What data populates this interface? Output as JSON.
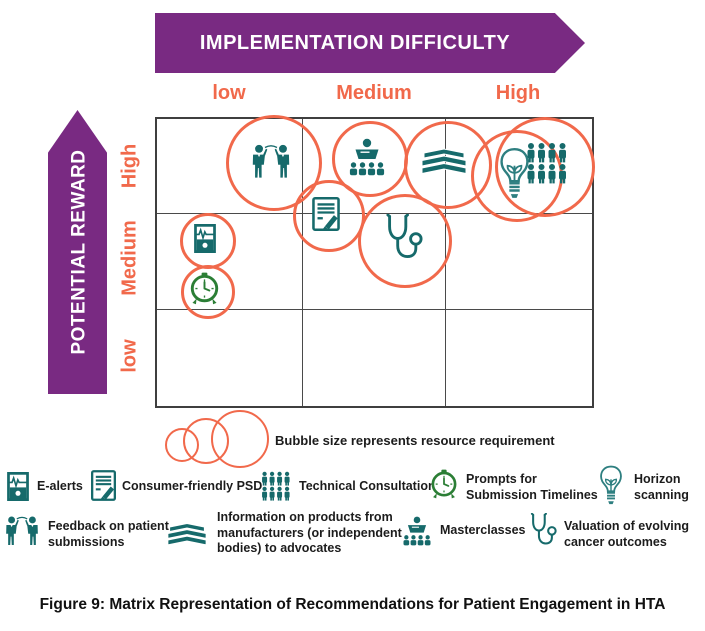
{
  "banner": {
    "title": "IMPLEMENTATION DIFFICULTY"
  },
  "side": {
    "title": "POTENTIAL REWARD"
  },
  "axes": {
    "x_labels": [
      "low",
      "Medium",
      "High"
    ],
    "y_labels": [
      "High",
      "Medium",
      "low"
    ]
  },
  "key": {
    "text": "Bubble size represents resource requirement"
  },
  "legend": {
    "items": [
      {
        "icon": "e-alerts-icon",
        "label": "E-alerts"
      },
      {
        "icon": "consumer-psd-icon",
        "label": "Consumer-friendly PSD"
      },
      {
        "icon": "technical-consultation-icon",
        "label": "Technical Consultation"
      },
      {
        "icon": "submission-timelines-icon",
        "label": "Prompts for Submission Timelines"
      },
      {
        "icon": "horizon-scanning-icon",
        "label": "Horizon scanning"
      },
      {
        "icon": "feedback-icon",
        "label": "Feedback on patient submissions"
      },
      {
        "icon": "info-products-icon",
        "label": "Information on products from manufacturers (or independent bodies) to advocates"
      },
      {
        "icon": "masterclasses-icon",
        "label": "Masterclasses"
      },
      {
        "icon": "cancer-outcomes-icon",
        "label": "Valuation of evolving cancer outcomes"
      }
    ]
  },
  "matrix": {
    "placements": [
      {
        "item": "Feedback on patient submissions",
        "implementation_difficulty": "low",
        "potential_reward": "High",
        "bubble_size": "large"
      },
      {
        "item": "Masterclasses",
        "implementation_difficulty": "Medium",
        "potential_reward": "High",
        "bubble_size": "medium"
      },
      {
        "item": "Information on products from manufacturers (or independent bodies) to advocates",
        "implementation_difficulty": "Medium-High",
        "potential_reward": "High",
        "bubble_size": "large"
      },
      {
        "item": "Horizon scanning",
        "implementation_difficulty": "High",
        "potential_reward": "High",
        "bubble_size": "large"
      },
      {
        "item": "Technical Consultation",
        "implementation_difficulty": "High",
        "potential_reward": "High",
        "bubble_size": "large"
      },
      {
        "item": "Consumer-friendly PSD",
        "implementation_difficulty": "Medium",
        "potential_reward": "High-Medium",
        "bubble_size": "medium"
      },
      {
        "item": "Valuation of evolving cancer outcomes",
        "implementation_difficulty": "Medium",
        "potential_reward": "Medium",
        "bubble_size": "large"
      },
      {
        "item": "E-alerts",
        "implementation_difficulty": "low",
        "potential_reward": "Medium",
        "bubble_size": "small"
      },
      {
        "item": "Prompts for Submission Timelines",
        "implementation_difficulty": "low",
        "potential_reward": "Medium",
        "bubble_size": "small"
      }
    ]
  },
  "caption": {
    "text": "Figure 9: Matrix Representation of Recommendations for Patient Engagement in HTA"
  },
  "colors": {
    "purple": "#792a82",
    "orange": "#f1694b",
    "teal": "#166a6b",
    "green": "#2b7e35",
    "grid_line": "#4a4a4a"
  }
}
